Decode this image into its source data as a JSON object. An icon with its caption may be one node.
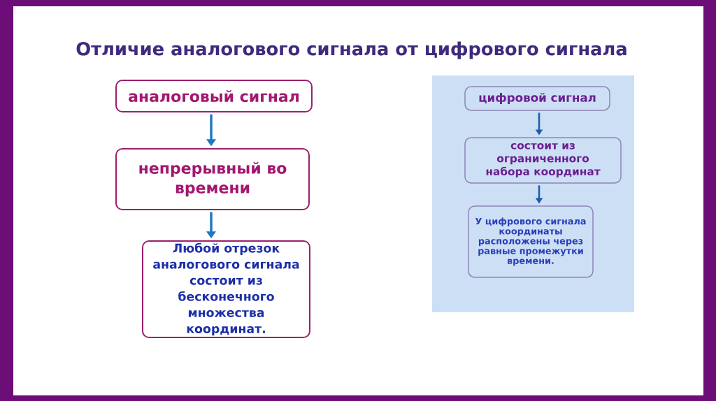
{
  "diagram": {
    "title": "Отличие аналогового сигнала от цифрового сигнала",
    "nodes": [
      {
        "text": [
          "аналоговый сигнал"
        ]
      },
      {
        "text": [
          "непрерывный во времени"
        ]
      },
      {
        "text": [
          "Любой отрезок аналогового сигнала состоит из бесконечного множества координат."
        ]
      },
      {
        "text": [
          "цифровой сигнал"
        ]
      },
      {
        "text": [
          "состоит из ограниченного набора координат"
        ]
      },
      {
        "text": [
          "У цифрового сигнала координаты расположены через равные промежутки времени."
        ]
      }
    ],
    "edges": [
      {
        "from": 0,
        "to": 1,
        "arrow": "to"
      },
      {
        "from": 1,
        "to": 2,
        "arrow": "to"
      },
      {
        "from": 3,
        "to": 4,
        "arrow": "to"
      },
      {
        "from": 4,
        "to": 5,
        "arrow": "to"
      }
    ]
  }
}
